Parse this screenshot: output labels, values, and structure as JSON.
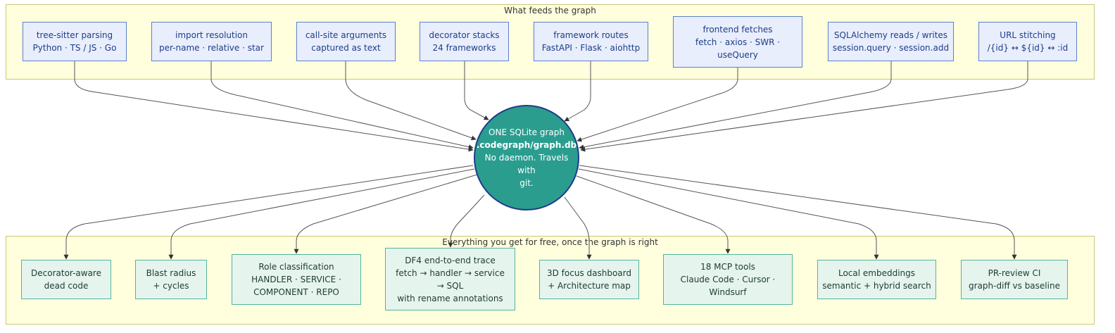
{
  "top_group": {
    "title": "What feeds the graph"
  },
  "bottom_group": {
    "title": "Everything you get for free, once the graph is right"
  },
  "hub": {
    "line1": "ONE SQLite graph",
    "line2": ".codegraph/graph.db",
    "line3": "No daemon. Travels with",
    "line4": "git."
  },
  "feeds": [
    {
      "line1": "tree-sitter parsing",
      "line2": "Python · TS / JS · Go"
    },
    {
      "line1": "import resolution",
      "line2": "per-name · relative · star"
    },
    {
      "line1": "call-site arguments",
      "line2": "captured as text"
    },
    {
      "line1": "decorator stacks",
      "line2": "24 frameworks"
    },
    {
      "line1": "framework routes",
      "line2": "FastAPI · Flask · aiohttp"
    },
    {
      "line1": "frontend fetches",
      "line2": "fetch · axios · SWR ·",
      "line3": "useQuery"
    },
    {
      "line1": "SQLAlchemy reads / writes",
      "line2": "session.query · session.add"
    },
    {
      "line1": "URL stitching",
      "line2": "/{id} ↔ ${id} ↔ :id"
    }
  ],
  "outputs": [
    {
      "line1": "Decorator-aware",
      "line2": "dead code"
    },
    {
      "line1": "Blast radius",
      "line2": "+ cycles"
    },
    {
      "line1": "Role classification",
      "line2": "HANDLER · SERVICE ·",
      "line3": "COMPONENT · REPO"
    },
    {
      "line1": "DF4 end-to-end trace",
      "line2": "fetch → handler → service",
      "line3": "→ SQL",
      "line4": "with rename annotations"
    },
    {
      "line1": "3D focus dashboard",
      "line2": "+ Architecture map"
    },
    {
      "line1": "18 MCP tools",
      "line2": "Claude Code · Cursor ·",
      "line3": "Windsurf"
    },
    {
      "line1": "Local embeddings",
      "line2": "semantic + hybrid search"
    },
    {
      "line1": "PR-review CI",
      "line2": "graph-diff vs baseline"
    }
  ]
}
